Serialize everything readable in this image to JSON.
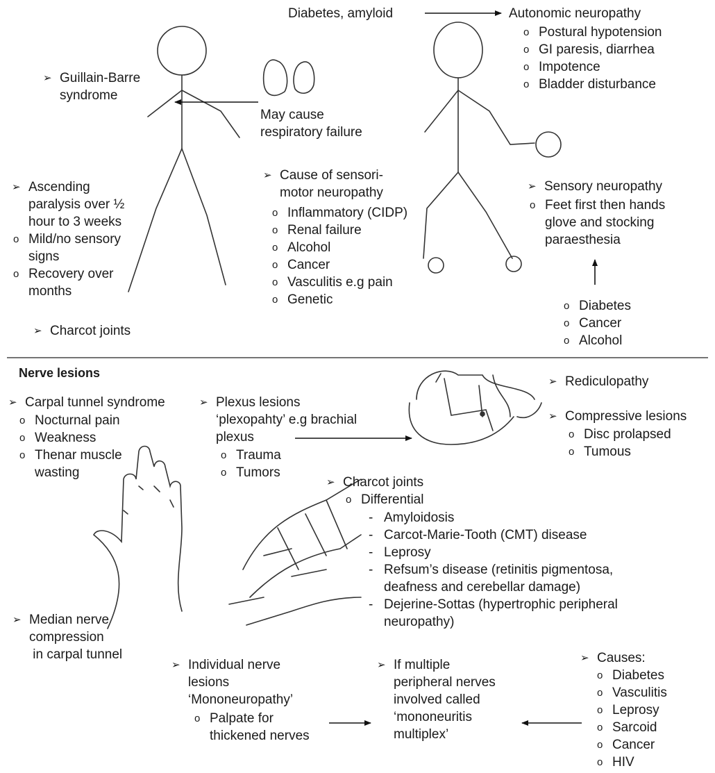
{
  "top_right": {
    "source": "Diabetes, amyloid",
    "autonomic_title": "Autonomic neuropathy",
    "autonomic_items": [
      "Postural hypotension",
      "GI paresis, diarrhea",
      "Impotence",
      "Bladder disturbance"
    ]
  },
  "guillain": {
    "title_lines": [
      "Guillain-Barre",
      "syndrome"
    ]
  },
  "resp": {
    "lines": [
      "May cause",
      "respiratory failure"
    ]
  },
  "ascending": {
    "lines": [
      "Ascending",
      "paralysis over ½",
      "hour to 3 weeks"
    ],
    "items": [
      [
        "Mild/no sensory",
        "signs"
      ],
      [
        "Recovery over",
        "months"
      ]
    ]
  },
  "charcot_top": "Charcot joints",
  "sensorimotor": {
    "title_lines": [
      "Cause of sensori-",
      "motor neuropathy"
    ],
    "items": [
      "Inflammatory (CIDP)",
      "Renal failure",
      "Alcohol",
      "Cancer",
      "Vasculitis e.g pain",
      "Genetic"
    ]
  },
  "sensory": {
    "title": "Sensory neuropathy",
    "item_lines": [
      "Feet first then hands",
      "glove and stocking",
      "paraesthesia"
    ],
    "causes": [
      "Diabetes",
      "Cancer",
      "Alcohol"
    ]
  },
  "nerve_lesions_heading": "Nerve lesions",
  "carpal": {
    "title": "Carpal tunnel syndrome",
    "items": [
      [
        "Nocturnal pain"
      ],
      [
        "Weakness"
      ],
      [
        "Thenar muscle",
        "wasting"
      ]
    ]
  },
  "plexus": {
    "title_lines": [
      "Plexus lesions",
      "‘plexopahty’ e.g brachial",
      "plexus"
    ],
    "items": [
      "Trauma",
      "Tumors"
    ]
  },
  "rediculopathy": "Rediculopathy",
  "compressive": {
    "title": "Compressive lesions",
    "items": [
      "Disc prolapsed",
      "Tumous"
    ]
  },
  "charcot": {
    "title": "Charcot joints",
    "sub": "Differential",
    "items": [
      [
        "Amyloidosis"
      ],
      [
        "Carcot-Marie-Tooth  (CMT) disease"
      ],
      [
        "Leprosy"
      ],
      [
        "Refsum’s disease (retinitis pigmentosa,",
        "deafness and cerebellar damage)"
      ],
      [
        "Dejerine-Sottas (hypertrophic peripheral",
        "neuropathy)"
      ]
    ]
  },
  "median": {
    "lines": [
      "Median nerve",
      "compression",
      " in carpal tunnel"
    ]
  },
  "individual": {
    "title_lines": [
      "Individual nerve",
      "lesions",
      "‘Mononeuropathy’"
    ],
    "sub_lines": [
      "Palpate for",
      "thickened nerves"
    ]
  },
  "multiple": {
    "lines": [
      "If multiple",
      "peripheral nerves",
      "involved called",
      "‘mononeuritis",
      "multiplex’"
    ]
  },
  "causes": {
    "title": "Causes:",
    "items": [
      "Diabetes",
      "Vasculitis",
      "Leprosy",
      "Sarcoid",
      "Cancer",
      "HIV"
    ]
  }
}
